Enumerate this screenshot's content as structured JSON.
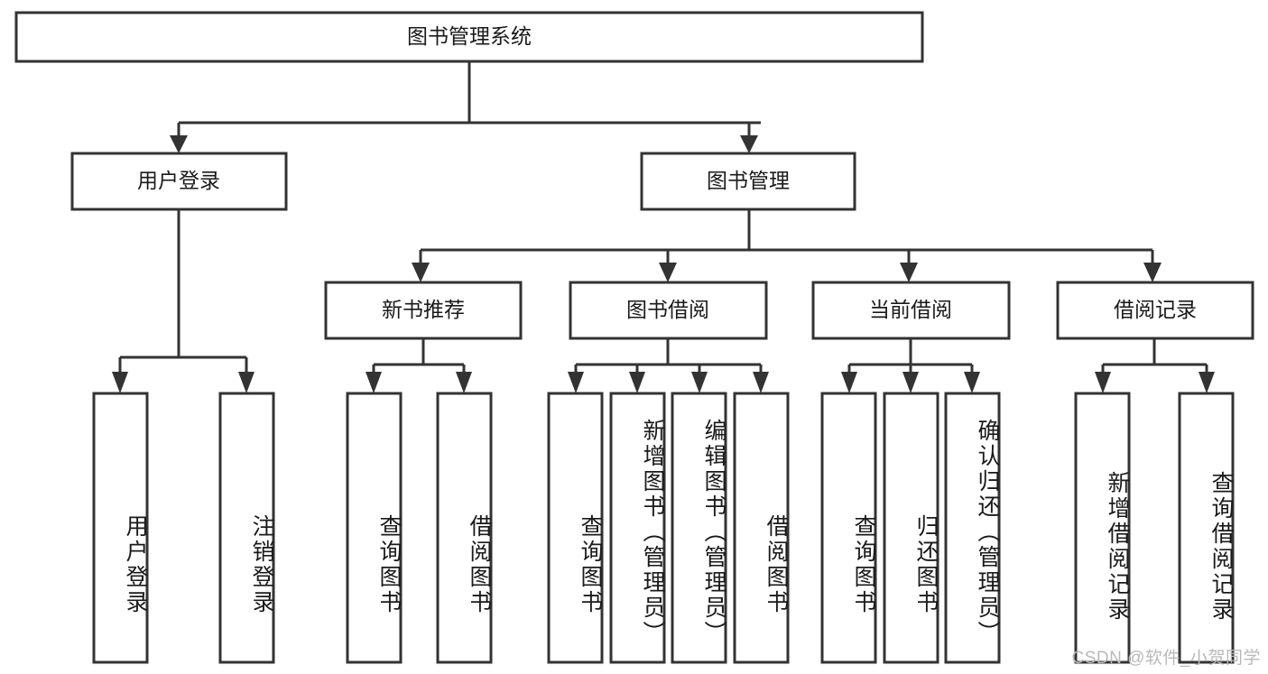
{
  "diagram": {
    "title": "图书管理系统",
    "watermark": "CSDN @软件_小贺同学",
    "colors": {
      "stroke": "#333333",
      "box_fill": "#ffffff",
      "text": "#1a1a1a",
      "watermark": "#b9b9b9",
      "background": "#ffffff"
    },
    "root": {
      "label": "图书管理系统"
    },
    "level2": [
      {
        "label": "用户登录"
      },
      {
        "label": "图书管理"
      }
    ],
    "level3": [
      {
        "label": "新书推荐"
      },
      {
        "label": "图书借阅"
      },
      {
        "label": "当前借阅"
      },
      {
        "label": "借阅记录"
      }
    ],
    "leaves": {
      "user_login": [
        {
          "label": "用户登录"
        },
        {
          "label": "注销登录"
        }
      ],
      "new_book_recommend": [
        {
          "label": "查询图书"
        },
        {
          "label": "借阅图书"
        }
      ],
      "book_borrow": [
        {
          "label": "查询图书"
        },
        {
          "label": "新增图书（管理员）"
        },
        {
          "label": "编辑图书（管理员）"
        },
        {
          "label": "借阅图书"
        }
      ],
      "current_borrow": [
        {
          "label": "查询图书"
        },
        {
          "label": "归还图书"
        },
        {
          "label": "确认归还（管理员）"
        }
      ],
      "borrow_record": [
        {
          "label": "新增借阅记录"
        },
        {
          "label": "查询借阅记录"
        }
      ]
    }
  }
}
